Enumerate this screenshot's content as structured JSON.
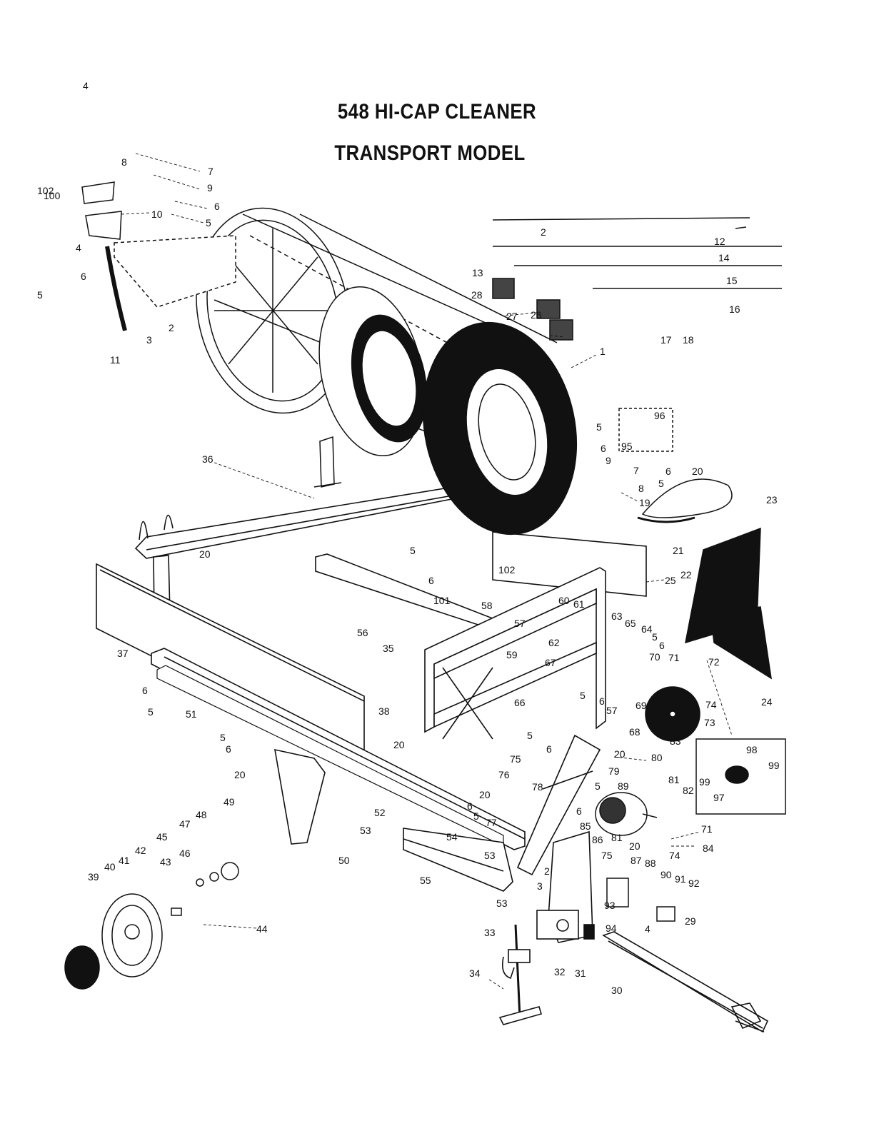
{
  "page_number": "4",
  "title_line1": "548 HI-CAP CLEANER",
  "title_line2": "TRANSPORT MODEL",
  "callouts": [
    "1",
    "2",
    "3",
    "4",
    "5",
    "6",
    "7",
    "8",
    "9",
    "10",
    "11",
    "12",
    "13",
    "14",
    "15",
    "16",
    "17",
    "18",
    "19",
    "20",
    "21",
    "22",
    "23",
    "24",
    "25",
    "26",
    "27",
    "28",
    "29",
    "30",
    "31",
    "32",
    "33",
    "34",
    "35",
    "36",
    "37",
    "38",
    "39",
    "40",
    "41",
    "42",
    "43",
    "44",
    "45",
    "46",
    "47",
    "48",
    "49",
    "50",
    "51",
    "52",
    "53",
    "54",
    "55",
    "56",
    "57",
    "58",
    "59",
    "60",
    "61",
    "62",
    "63",
    "64",
    "65",
    "66",
    "67",
    "68",
    "69",
    "70",
    "71",
    "72",
    "73",
    "74",
    "75",
    "76",
    "77",
    "78",
    "79",
    "80",
    "81",
    "82",
    "83",
    "84",
    "85",
    "86",
    "87",
    "88",
    "89",
    "90",
    "91",
    "92",
    "93",
    "94",
    "95",
    "96",
    "97",
    "98",
    "99",
    "100",
    "101",
    "102"
  ]
}
